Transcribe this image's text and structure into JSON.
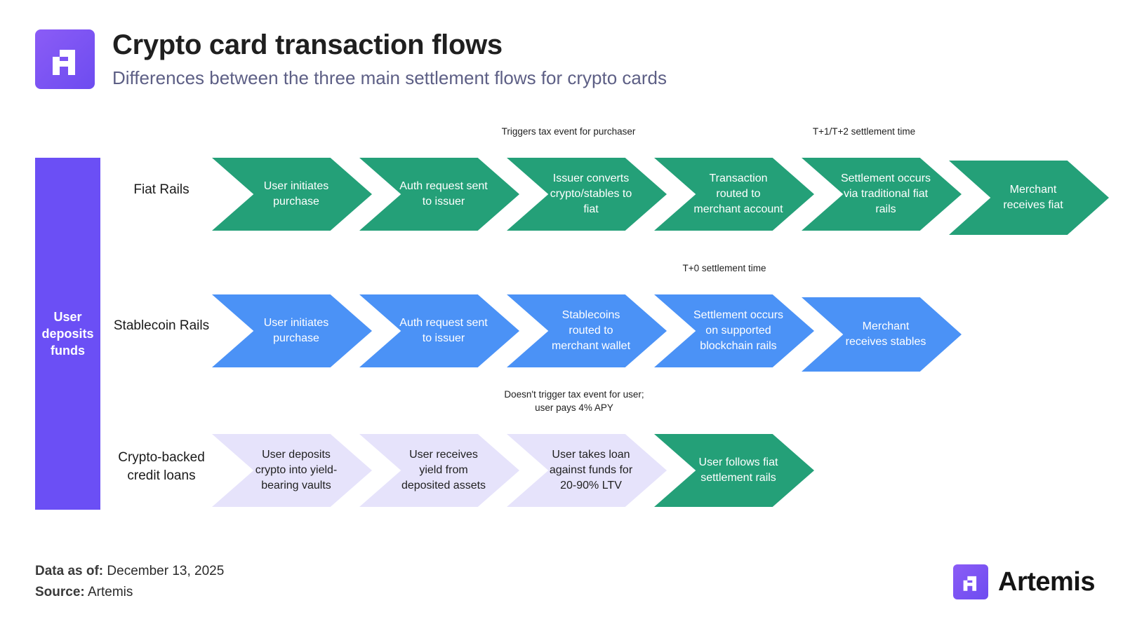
{
  "header": {
    "title": "Crypto card transaction flows",
    "subtitle": "Differences between the three main settlement flows for crypto cards"
  },
  "sidebar": {
    "label": "User deposits funds"
  },
  "rows": [
    {
      "label": "Fiat Rails",
      "color": "#24a078",
      "steps": [
        "User initiates purchase",
        "Auth request sent to issuer",
        "Issuer converts crypto/stables to fiat",
        "Transaction routed to merchant account",
        "Settlement occurs via traditional fiat rails",
        "Merchant receives fiat"
      ],
      "notes": [
        {
          "step": 3,
          "text": "Triggers tax event for purchaser"
        },
        {
          "step": 5,
          "text": "T+1/T+2 settlement time"
        }
      ]
    },
    {
      "label": "Stablecoin Rails",
      "color": "#4b92f6",
      "steps": [
        "User initiates purchase",
        "Auth request sent to issuer",
        "Stablecoins routed to merchant wallet",
        "Settlement occurs on supported blockchain rails",
        "Merchant receives stables"
      ],
      "notes": [
        {
          "step": 4,
          "text": "T+0 settlement time"
        }
      ]
    },
    {
      "label": "Crypto-backed credit loans",
      "color": "#e6e3fb",
      "steps": [
        "User deposits crypto into yield-bearing vaults",
        "User receives yield from deposited assets",
        "User takes loan against funds for 20-90% LTV",
        "User follows fiat settlement rails"
      ],
      "notes": [
        {
          "step": 3,
          "text": "Doesn't trigger tax event for user; user pays 4% APY"
        }
      ]
    }
  ],
  "footer": {
    "data_as_of_label": "Data as of:",
    "data_as_of_value": "December 13, 2025",
    "source_label": "Source:",
    "source_value": "Artemis"
  },
  "brand": {
    "name": "Artemis",
    "icon": "artemis-logo-icon"
  },
  "colors": {
    "accent": "#6b4ff5",
    "fiat": "#24a078",
    "stable": "#4b92f6",
    "loan": "#e6e3fb"
  }
}
